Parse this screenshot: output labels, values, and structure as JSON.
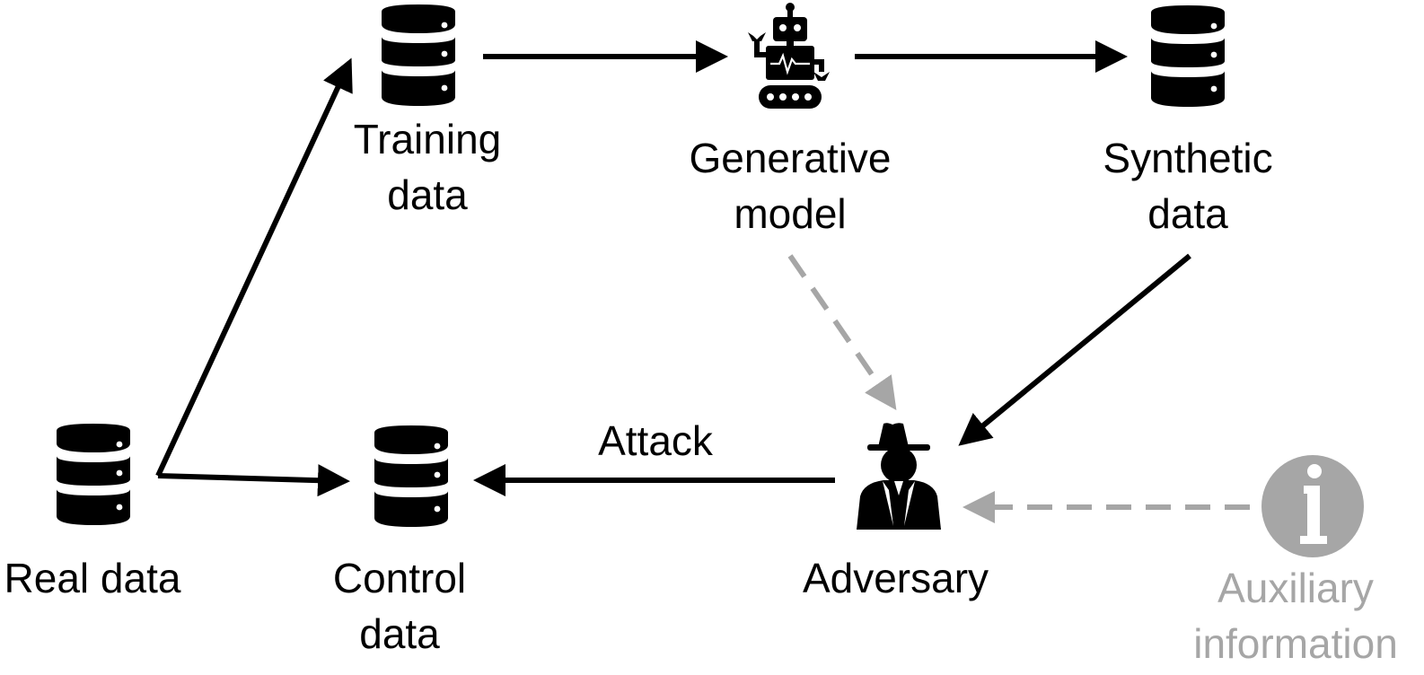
{
  "nodes": {
    "training": {
      "icon": "database-icon",
      "lines": [
        "Training",
        "data"
      ]
    },
    "generative": {
      "icon": "robot-icon",
      "lines": [
        "Generative",
        "model"
      ]
    },
    "synthetic": {
      "icon": "database-icon",
      "lines": [
        "Synthetic",
        "data"
      ]
    },
    "real": {
      "icon": "database-icon",
      "lines": [
        "Real data"
      ]
    },
    "control": {
      "icon": "database-icon",
      "lines": [
        "Control",
        "data"
      ]
    },
    "adversary": {
      "icon": "spy-icon",
      "lines": [
        "Adversary"
      ]
    },
    "auxiliary": {
      "icon": "info-icon",
      "lines": [
        "Auxiliary",
        "information"
      ]
    }
  },
  "edges": {
    "attack_label": "Attack"
  },
  "colors": {
    "primary": "#000000",
    "secondary": "#a6a6a6"
  }
}
